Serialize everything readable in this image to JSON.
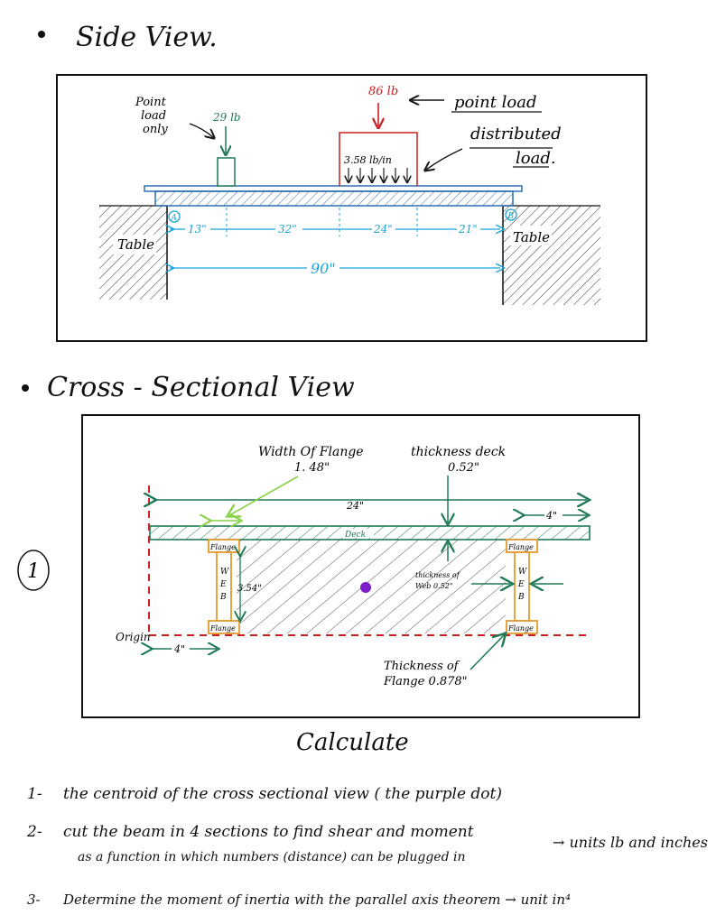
{
  "headings": {
    "side_view": "Side View.",
    "cross_view": "Cross - Sectional View",
    "figure_number": "1"
  },
  "side_view": {
    "point_load_only_label": [
      "Point",
      "load",
      "only"
    ],
    "small_load_value": "29 lb",
    "big_load_value": "86 lb",
    "point_load_label": "point load",
    "distributed_label_1": "distributed",
    "distributed_label_2": "load.",
    "distributed_value": "3.58 lb/in",
    "support_a": "A",
    "support_b": "B",
    "table_left": "Table",
    "table_right": "Table",
    "dims": [
      "13\"",
      "32\"",
      "24\"",
      "21\""
    ],
    "total_dim": "90\""
  },
  "cross_view": {
    "width_flange_label": "Width Of Flange",
    "width_flange_value": "1. 48\"",
    "thickness_deck_label": "thickness deck",
    "thickness_deck_value": "0.52\"",
    "total_width": "24\"",
    "right_offset": "4\"",
    "left_offset": "4\"",
    "deck_label": "Deck",
    "flange_label": "Flange",
    "web_letters": [
      "W",
      "E",
      "B"
    ],
    "web_height": "3.54\"",
    "thickness_web_label_1": "thickness of",
    "thickness_web_label_2": "Web 0.52\"",
    "thickness_flange_label_1": "Thickness of",
    "thickness_flange_label_2": "Flange 0.878\"",
    "origin_label": "Origin",
    "colors": {
      "beam": "#2d6fb3",
      "dimension": "#1aa3d9",
      "deck": "#1e7a55",
      "flange": "#e69a2e",
      "load_red": "#cc1f1f",
      "centroid": "#7a1fc9",
      "light_green": "#8bd14a"
    }
  },
  "calculate": {
    "title": "Calculate",
    "tasks": [
      {
        "num": "1-",
        "text": "the centroid of the cross sectional view ( the purple dot)"
      },
      {
        "num": "2-",
        "text": "cut the beam in 4 sections to find shear and moment",
        "line2": "as a function in which numbers (distance) can be plugged in"
      },
      {
        "num": "3-",
        "text": "Determine the moment of inertia with the parallel axis theorem → unit in⁴"
      }
    ],
    "units_note": "→ units lb and inches"
  }
}
